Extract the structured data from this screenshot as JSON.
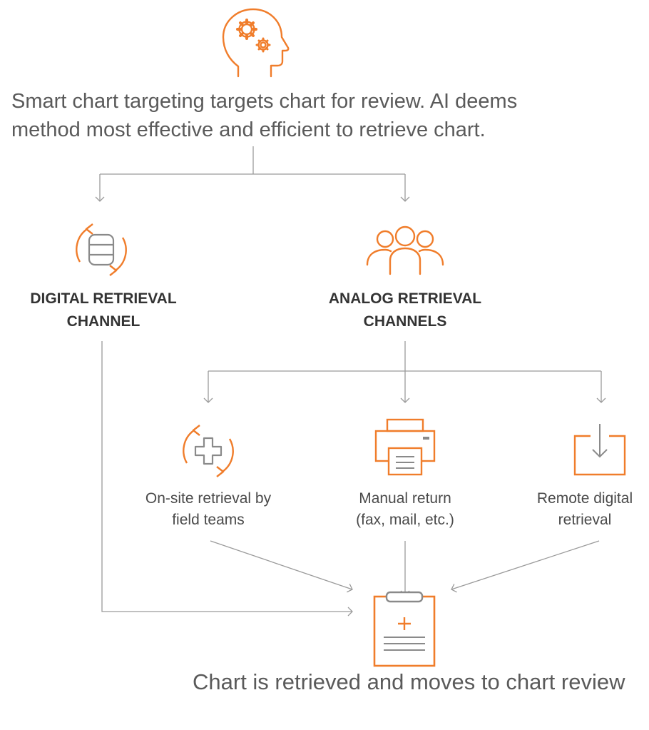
{
  "colors": {
    "accent": "#f07d2b",
    "connector": "#9a9a9a",
    "text": "#4a4a4a",
    "heading": "#333333"
  },
  "intro": {
    "icon": "head-with-gears-icon",
    "line1": "Smart chart targeting targets chart for review. AI deems",
    "line2": "method most effective and efficient to retrieve chart."
  },
  "channels": {
    "digital": {
      "icon": "sync-database-icon",
      "line1": "DIGITAL RETRIEVAL",
      "line2": "CHANNEL"
    },
    "analog": {
      "icon": "people-group-icon",
      "line1": "ANALOG RETRIEVAL",
      "line2": "CHANNELS"
    }
  },
  "options": [
    {
      "icon": "sync-medical-cross-icon",
      "line1": "On-site retrieval by",
      "line2": "field teams"
    },
    {
      "icon": "printer-icon",
      "line1": "Manual return",
      "line2": "(fax, mail, etc.)"
    },
    {
      "icon": "inbox-download-icon",
      "line1": "Remote digital",
      "line2": "retrieval"
    }
  ],
  "result": {
    "icon": "clipboard-medical-icon",
    "text": "Chart is retrieved and moves to chart review"
  }
}
